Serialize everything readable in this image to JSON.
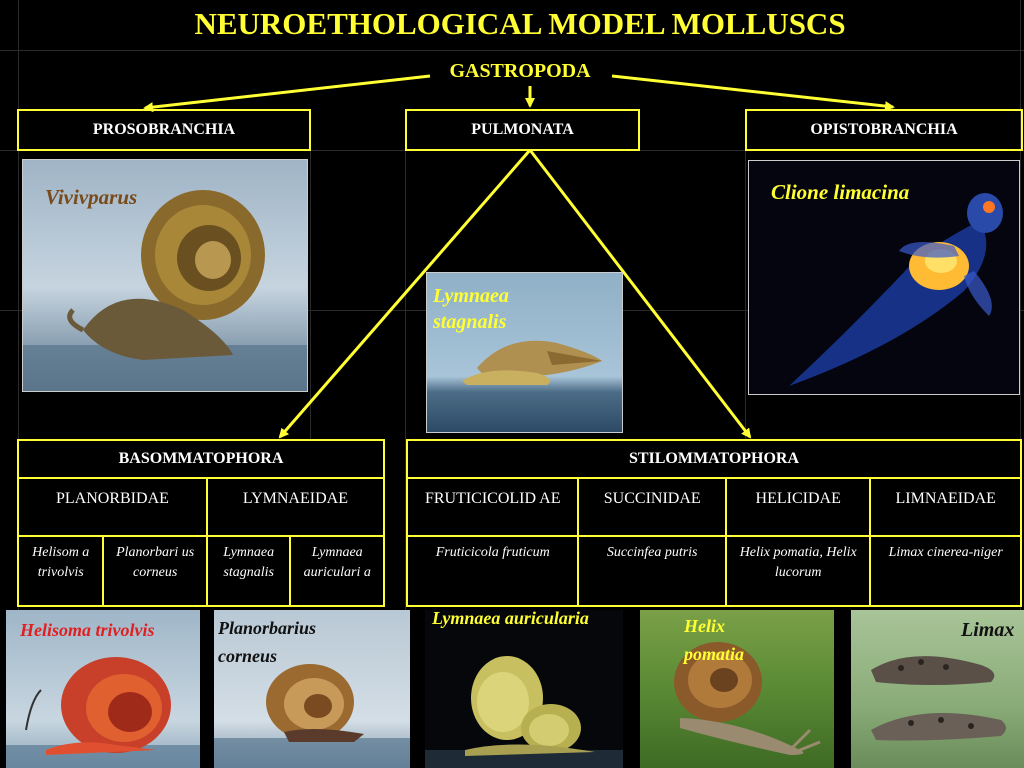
{
  "title": "NEUROETHOLOGICAL MODEL MOLLUSCS",
  "root": "GASTROPODA",
  "subclasses": {
    "left": "PROSOBRANCHIA",
    "center": "PULMONATA",
    "right": "OPISTOBRANCHIA"
  },
  "orders": {
    "left": {
      "name": "BASOMMATOPHORA",
      "families": [
        "PLANORBIDAE",
        "LYMNAEIDAE"
      ],
      "species": [
        "Helisom a trivolvis",
        "Planorbari us corneus",
        "Lymnaea stagnalis",
        "Lymnaea auriculari a"
      ]
    },
    "right": {
      "name": "STILOMMATOPHORA",
      "families": [
        "FRUTICICOLID AE",
        "SUCCINIDAE",
        "HELICIDAE",
        "LIMNAEIDAE"
      ],
      "species": [
        "Fruticicola fruticum",
        "Succinfea putris",
        "Helix pomatia, Helix lucorum",
        "Limax cinerea-niger"
      ]
    }
  },
  "photos": {
    "vivivparus": "Vivivparus",
    "clione": "Clione limacina",
    "lymnaea_stagnalis": "Lymnaea stagnalis",
    "helisoma": "Helisoma trivolvis",
    "planorbarius": "Planorbarius corneus",
    "lymnaea_auricularia": "Lymnaea auricularia",
    "helix": "Helix pomatia",
    "limax": "Limax"
  },
  "colors": {
    "accent": "#ffff33",
    "background": "#000000",
    "label_brown": "#7a4a1a",
    "label_red": "#e02020"
  }
}
